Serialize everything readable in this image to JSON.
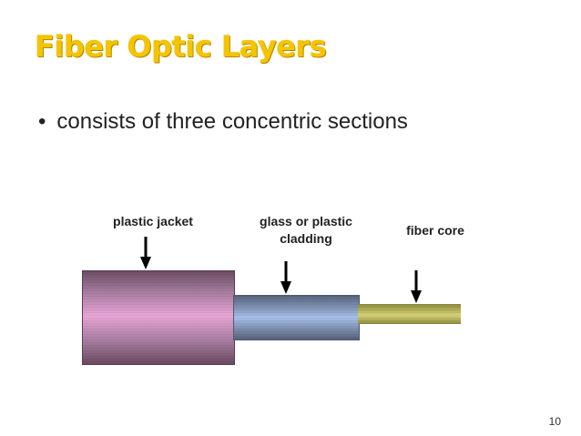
{
  "slide": {
    "title": "Fiber Optic Layers",
    "bullet_symbol": "•",
    "bullet_text": "consists of three concentric sections",
    "page_number": "10"
  },
  "diagram": {
    "labels": {
      "jacket": "plastic jacket",
      "cladding_line1": "glass or plastic",
      "cladding_line2": "cladding",
      "core": "fiber core"
    },
    "colors": {
      "title": "#f5c400",
      "jacket": "#e9a6d6",
      "cladding": "#a9c0ec",
      "core": "#d8d47a"
    }
  }
}
